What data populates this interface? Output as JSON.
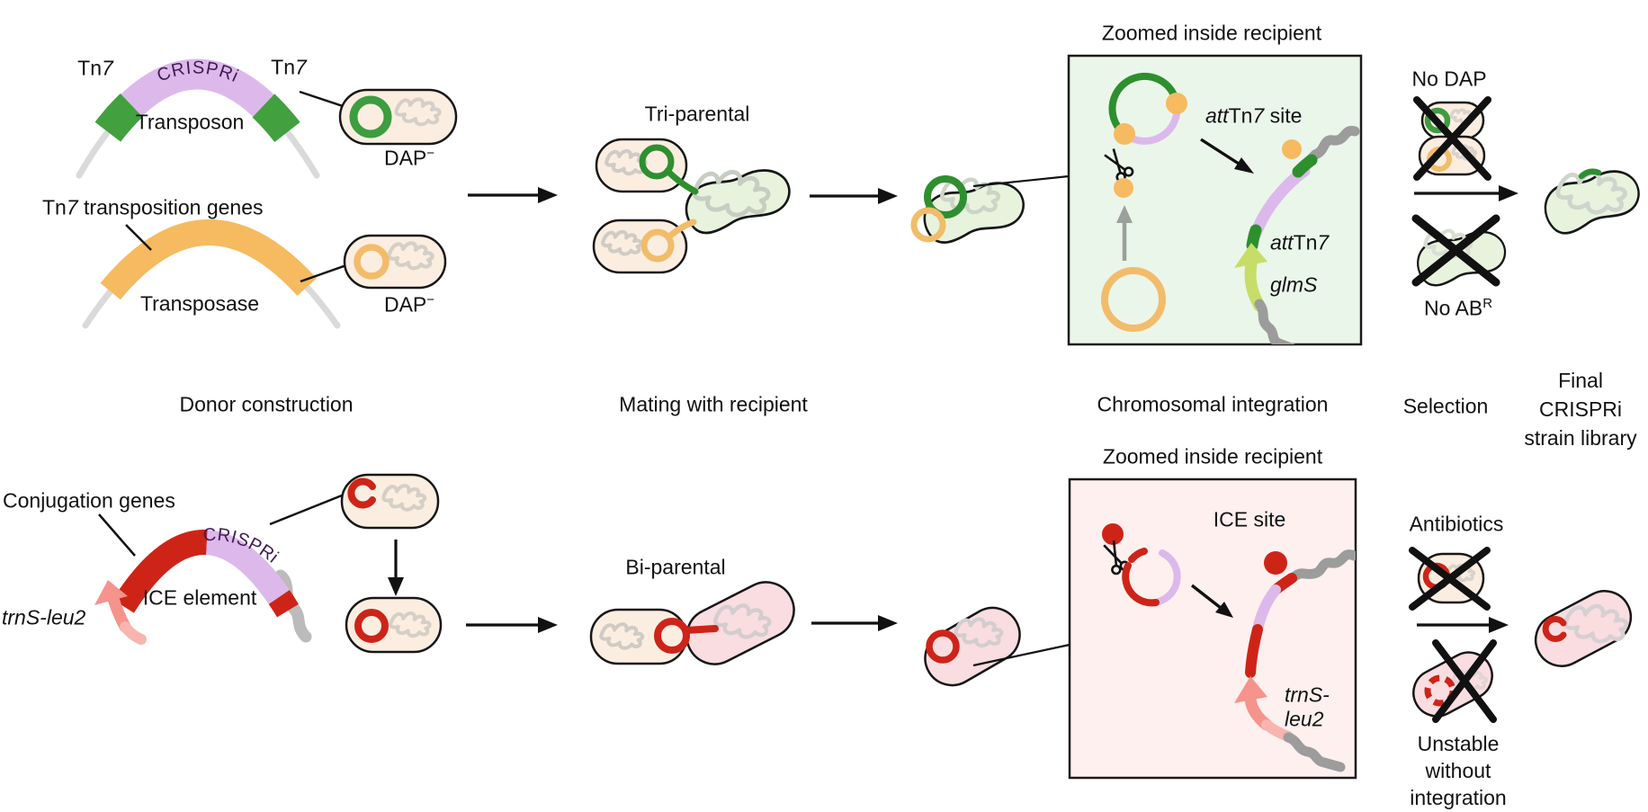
{
  "colors": {
    "green": "#3d9d3f",
    "dark_green": "#2e8f2e",
    "orange": "#f6ba60",
    "lavender": "#dcb9ea",
    "red": "#ce2418",
    "salmon": "#f4948c",
    "lime_green": "#c6de67",
    "peach_cell": "#fbeee1",
    "green_cell": "#e7f3dd",
    "pink_cell": "#f9dde1",
    "green_box_bg": "#eaf6ea",
    "pink_box_bg": "#fdf0ee",
    "chromosome_gray": "#9c9c9c"
  },
  "top_row": {
    "donor": {
      "tn7_left": {
        "pre": "Tn",
        "num": "7"
      },
      "tn7_right": {
        "pre": "Tn",
        "num": "7"
      },
      "crispri": "CRISPRi",
      "transposon": "Transposon",
      "dap_upper": {
        "base": "DAP",
        "sup": "−"
      },
      "tn7_genes": {
        "pre": "Tn",
        "num": "7",
        "rest": " transposition genes"
      },
      "transposase": "Transposase",
      "dap_lower": {
        "base": "DAP",
        "sup": "−"
      }
    },
    "mating": {
      "title": "Tri-parental"
    },
    "zoom_box": {
      "title": "Zoomed inside recipient",
      "att_tn7_site": {
        "att": "att",
        "tn": "Tn",
        "num": "7",
        "rest": " site"
      },
      "att_tn7": {
        "att": "att",
        "tn": "Tn",
        "num": "7"
      },
      "glms": "glmS"
    },
    "selection": {
      "no_dap": "No DAP",
      "no_ab": {
        "base": "No AB",
        "sup": "R"
      }
    }
  },
  "column_labels": {
    "donor": "Donor construction",
    "mating": "Mating with recipient",
    "integration": "Chromosomal integration",
    "selection": "Selection",
    "final": {
      "line1": "Final",
      "line2": "CRISPRi",
      "line3": "strain library"
    }
  },
  "bottom_row": {
    "donor": {
      "conjugation_genes": "Conjugation genes",
      "crispri": "CRISPRi",
      "ice_element": "ICE element",
      "trns_leu2": "trnS-leu2"
    },
    "mating": {
      "title": "Bi-parental"
    },
    "zoom_box": {
      "title": "Zoomed inside recipient",
      "ice_site": "ICE site",
      "trns_line1": "trnS-",
      "trns_line2": "leu2"
    },
    "selection": {
      "antibiotics": "Antibiotics",
      "unstable": {
        "line1": "Unstable",
        "line2": "without",
        "line3": "integration"
      }
    }
  }
}
